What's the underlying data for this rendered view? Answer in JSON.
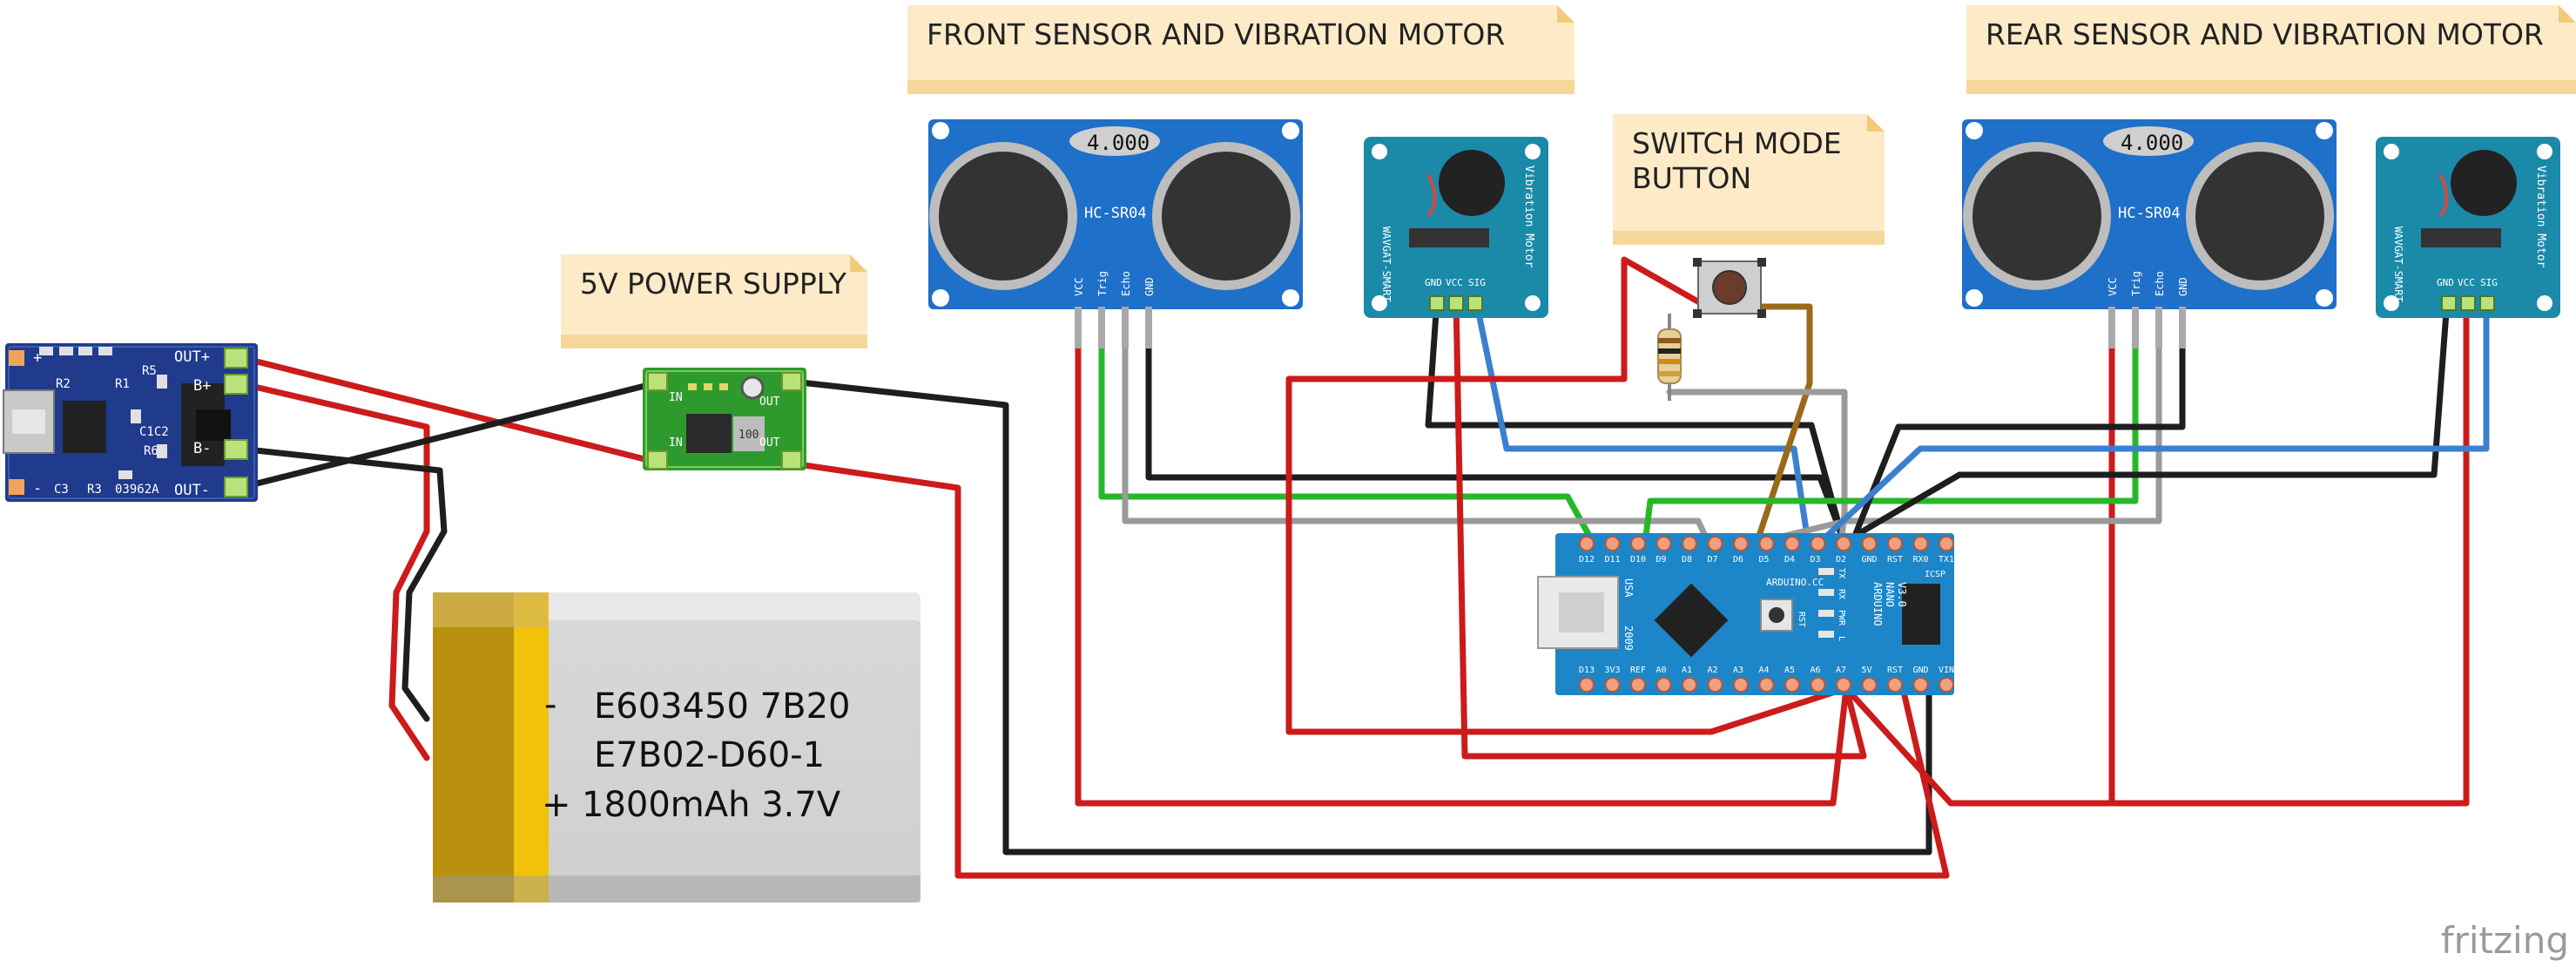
{
  "notes": {
    "front": "FRONT SENSOR AND VIBRATION MOTOR",
    "rear": "REAR SENSOR AND VIBRATION MOTOR",
    "switch": "SWITCH MODE\nBUTTON",
    "power": "5V POWER SUPPLY"
  },
  "battery": {
    "line1": "E603450 7B20",
    "line2": "E7B02-D60-1",
    "line3": "1800mAh 3.7V",
    "minus": "-",
    "plus": "+"
  },
  "charger": {
    "out_plus": "OUT+",
    "b_plus": "B+",
    "b_minus": "B-",
    "out_minus": "OUT-",
    "plus": "+",
    "minus": "-",
    "r2": "R2",
    "r1": "R1",
    "r5": "R5",
    "c1c2": "C1C2",
    "r6": "R6",
    "c3": "C3",
    "r3": "R3",
    "chip": "03962A"
  },
  "buck": {
    "in": "IN",
    "out": "OUT",
    "chip": "100"
  },
  "sensor": {
    "display": "4.000",
    "model": "HC-SR04",
    "pins": [
      "VCC",
      "Trig",
      "Echo",
      "GND"
    ]
  },
  "motor": {
    "brand": "WAVGAT-SMART",
    "title": "Vibration Motor",
    "pins": [
      "GND",
      "VCC",
      "SIG"
    ]
  },
  "arduino": {
    "top_pins": [
      "D12",
      "D11",
      "D10",
      "D9",
      "D8",
      "D7",
      "D6",
      "D5",
      "D4",
      "D3",
      "D2",
      "GND",
      "RST",
      "RX0",
      "TX1"
    ],
    "bottom_pins": [
      "D13",
      "3V3",
      "REF",
      "A0",
      "A1",
      "A2",
      "A3",
      "A4",
      "A5",
      "A6",
      "A7",
      "5V",
      "RST",
      "GND",
      "VIN"
    ],
    "name1": "ARDUINO",
    "name2": "NANO",
    "name3": "V3.0",
    "cc": "ARDUINO.CC",
    "usa": "USA",
    "year": "2009",
    "icsp": "ICSP",
    "rst": "RST",
    "leds": [
      "TX",
      "RX",
      "PWR",
      "L"
    ]
  },
  "watermark": "fritzing",
  "colors": {
    "red": "#cc1b1b",
    "black": "#1e1e1e",
    "green": "#27b82a",
    "gray": "#9a9a9a",
    "blue": "#3b7fd0",
    "brown": "#9a6a1a",
    "board_blue": "#1e70c8",
    "nano_blue": "#1c86c8",
    "charger_blue": "#203a8c",
    "buck_green": "#2e9a2e",
    "note_bg": "#fdebc8"
  }
}
